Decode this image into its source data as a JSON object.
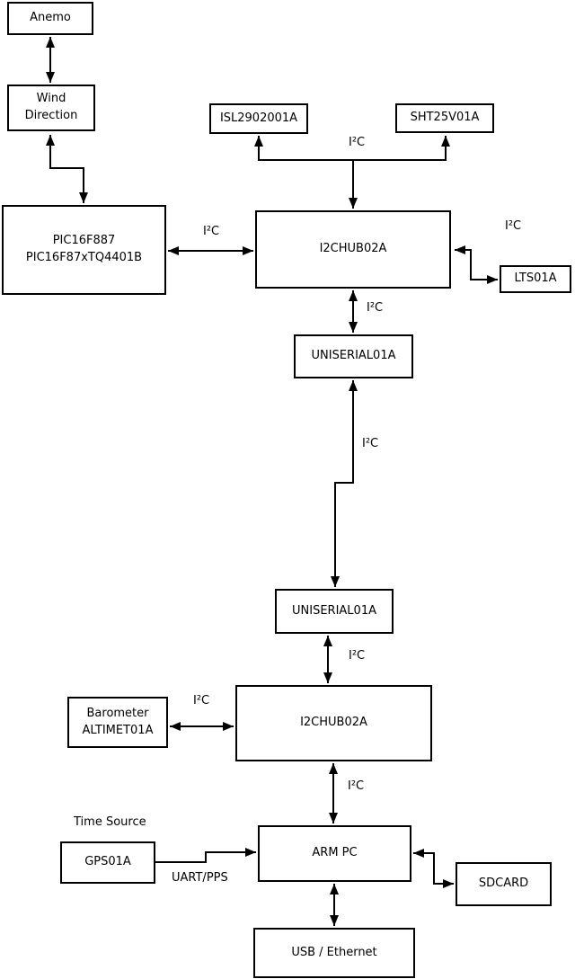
{
  "nodes": {
    "anemo": {
      "label": "Anemo"
    },
    "wind_direction": {
      "line1": "Wind",
      "line2": "Direction"
    },
    "pic": {
      "line1": "PIC16F887",
      "line2": "PIC16F87xTQ4401B"
    },
    "isl": {
      "label": "ISL2902001A"
    },
    "sht": {
      "label": "SHT25V01A"
    },
    "hub_top": {
      "label": "I2CHUB02A"
    },
    "lts": {
      "label": "LTS01A"
    },
    "uniserial_top": {
      "label": "UNISERIAL01A"
    },
    "uniserial_bottom": {
      "label": "UNISERIAL01A"
    },
    "hub_bottom": {
      "label": "I2CHUB02A"
    },
    "barometer": {
      "line1": "Barometer",
      "line2": "ALTIMET01A"
    },
    "arm_pc": {
      "label": "ARM PC"
    },
    "gps": {
      "label": "GPS01A"
    },
    "sdcard": {
      "label": "SDCARD"
    },
    "usb_ethernet": {
      "label": "USB / Ethernet"
    }
  },
  "annotations": {
    "time_source": "Time Source",
    "uart_pps": "UART/PPS",
    "i2c_sensors_top": "I²C",
    "i2c_hub_lts": "I²C",
    "i2c_pic_hub": "I²C",
    "i2c_hub_uniserial": "I²C",
    "i2c_uniserial_link": "I²C",
    "i2c_uniserial_hub2": "I²C",
    "i2c_barometer_hub2": "I²C",
    "i2c_hub2_armpc": "I²C"
  },
  "colors": {
    "background": "#ffffff",
    "box_fill": "#ffffff",
    "line": "#000000",
    "text": "#000000"
  }
}
